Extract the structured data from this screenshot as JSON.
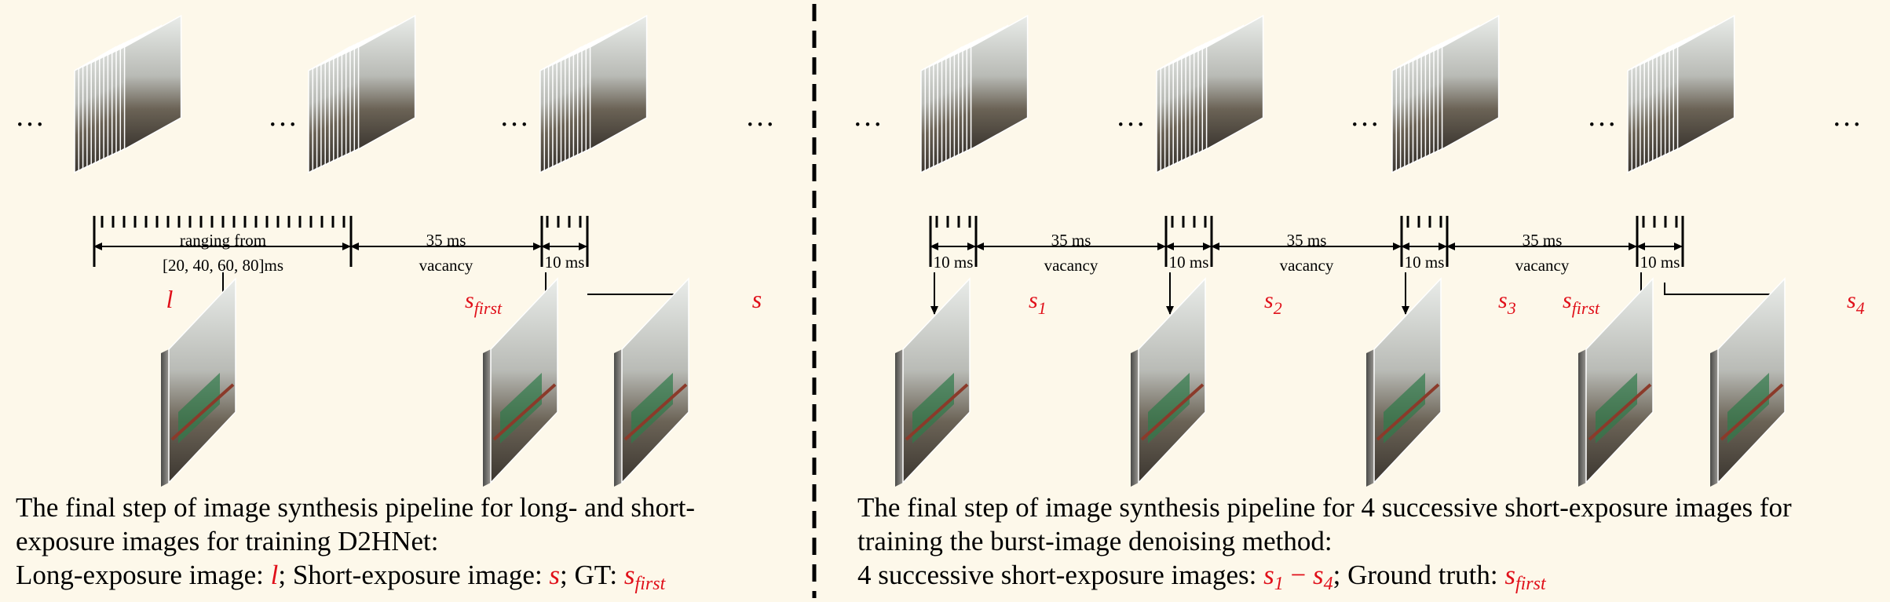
{
  "ellipsis": "…",
  "colors": {
    "background": "#fdf8ea",
    "red": "#e0101a",
    "black": "#000000"
  },
  "left_panel": {
    "interval_labels": {
      "long_range_line1": "ranging from",
      "long_range_line2": "[20, 40, 60, 80]ms",
      "gap": "35 ms",
      "gap2": "vacancy",
      "short": "10 ms"
    },
    "labels": {
      "long": "l",
      "short_first_base": "s",
      "short_first_sub": "first",
      "short": "s"
    },
    "caption": {
      "line1": "The final step of image synthesis pipeline for long- and short-",
      "line2": "exposure images for training D2HNet:",
      "line3_a": "Long-exposure image: ",
      "line3_l": "l",
      "line3_b": "; Short-exposure image: ",
      "line3_s": "s",
      "line3_c": "; GT: ",
      "line3_gt_base": "s",
      "line3_gt_sub": "first"
    }
  },
  "right_panel": {
    "interval_labels": {
      "short": "10 ms",
      "gap": "35 ms",
      "gap2": "vacancy"
    },
    "labels": [
      {
        "base": "s",
        "sub": "1"
      },
      {
        "base": "s",
        "sub": "2"
      },
      {
        "base": "s",
        "sub": "3"
      },
      {
        "base": "s",
        "sub": "first"
      },
      {
        "base": "s",
        "sub": "4"
      }
    ],
    "caption": {
      "line1": "The final step of image synthesis pipeline for 4 successive short-exposure images for",
      "line2": "training the burst-image denoising method:",
      "line3_a": "4 successive short-exposure images: ",
      "line3_s1_base": "s",
      "line3_s1_sub": "1",
      "line3_dash": " − ",
      "line3_s4_base": "s",
      "line3_s4_sub": "4",
      "line3_b": "; Ground truth: ",
      "line3_gt_base": "s",
      "line3_gt_sub": "first"
    }
  }
}
